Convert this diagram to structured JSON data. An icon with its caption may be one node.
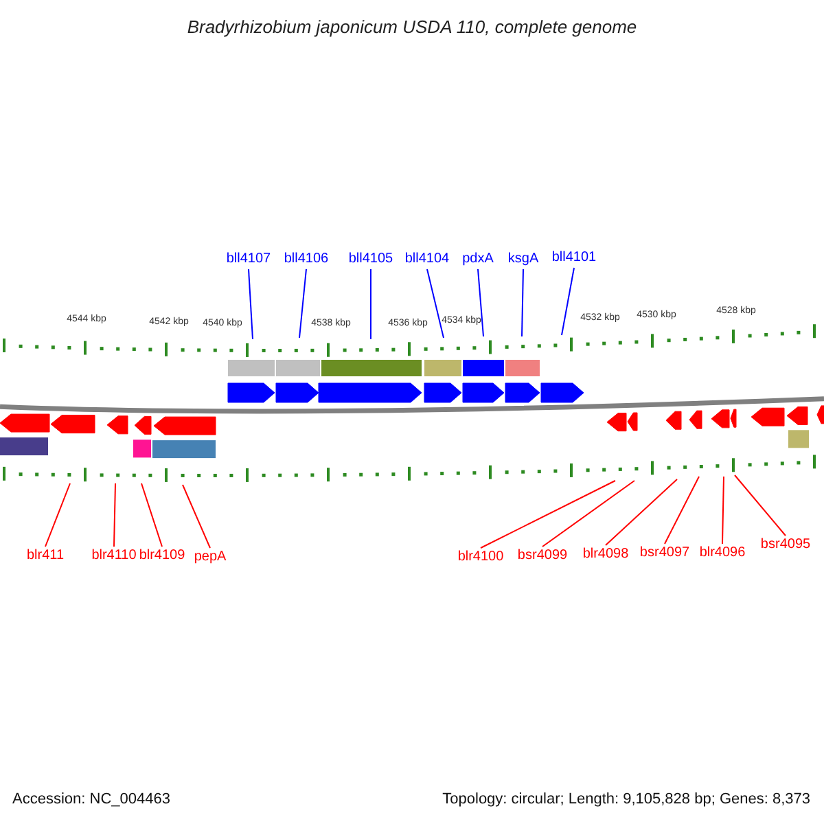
{
  "diagram": {
    "title": "Bradyrhizobium japonicum USDA 110, complete genome",
    "nodes": [
      {
        "text": [
          "bll4107"
        ]
      },
      {
        "text": [
          "bll4106"
        ]
      },
      {
        "text": [
          "bll4105"
        ]
      },
      {
        "text": [
          "bll4104"
        ]
      },
      {
        "text": [
          "pdxA"
        ]
      },
      {
        "text": [
          "ksgA"
        ]
      },
      {
        "text": [
          "bll4101"
        ]
      },
      {
        "text": [
          "blr411"
        ]
      },
      {
        "text": [
          "blr4110"
        ]
      },
      {
        "text": [
          "blr4109"
        ]
      },
      {
        "text": [
          "pepA"
        ]
      },
      {
        "text": [
          "blr4100"
        ]
      },
      {
        "text": [
          "bsr4099"
        ]
      },
      {
        "text": [
          "blr4098"
        ]
      },
      {
        "text": [
          "bsr4097"
        ]
      },
      {
        "text": [
          "blr4096"
        ]
      },
      {
        "text": [
          "bsr4095"
        ]
      }
    ],
    "edges": [
      {
        "from": 0,
        "to": null,
        "arrow": "none",
        "color": "#0000ff"
      },
      {
        "from": 1,
        "to": null,
        "arrow": "none",
        "color": "#0000ff"
      },
      {
        "from": 2,
        "to": null,
        "arrow": "none",
        "color": "#0000ff"
      },
      {
        "from": 3,
        "to": null,
        "arrow": "none",
        "color": "#0000ff"
      },
      {
        "from": 4,
        "to": null,
        "arrow": "none",
        "color": "#0000ff"
      },
      {
        "from": 5,
        "to": null,
        "arrow": "none",
        "color": "#0000ff"
      },
      {
        "from": 6,
        "to": null,
        "arrow": "none",
        "color": "#0000ff"
      },
      {
        "from": 7,
        "to": null,
        "arrow": "none",
        "color": "#ff0000"
      },
      {
        "from": 8,
        "to": null,
        "arrow": "none",
        "color": "#ff0000"
      },
      {
        "from": 9,
        "to": null,
        "arrow": "none",
        "color": "#ff0000"
      },
      {
        "from": 10,
        "to": null,
        "arrow": "none",
        "color": "#ff0000"
      },
      {
        "from": 11,
        "to": null,
        "arrow": "none",
        "color": "#ff0000"
      },
      {
        "from": 12,
        "to": null,
        "arrow": "none",
        "color": "#ff0000"
      },
      {
        "from": 13,
        "to": null,
        "arrow": "none",
        "color": "#ff0000"
      },
      {
        "from": 14,
        "to": null,
        "arrow": "none",
        "color": "#ff0000"
      },
      {
        "from": 15,
        "to": null,
        "arrow": "none",
        "color": "#ff0000"
      },
      {
        "from": 16,
        "to": null,
        "arrow": "none",
        "color": "#ff0000"
      }
    ],
    "labels": [
      "4544 kbp",
      "4542 kbp",
      "4540 kbp",
      "4538 kbp",
      "4536 kbp",
      "4534 kbp",
      "4532 kbp",
      "4530 kbp",
      "4528 kbp",
      "Accession: NC_004463",
      "Topology: circular; Length: 9,105,828 bp; Genes: 8,373"
    ]
  }
}
